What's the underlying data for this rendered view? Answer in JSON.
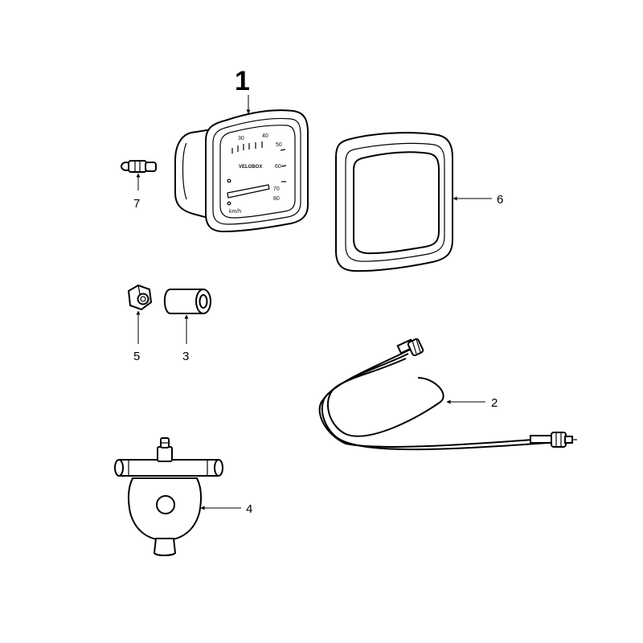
{
  "callouts": {
    "speedometer": "1",
    "cable": "2",
    "spacer": "3",
    "drive_gearbox": "4",
    "nut": "5",
    "bezel": "6",
    "bulb": "7"
  },
  "dial": {
    "brand": "VELOBOX",
    "unit": "km/h",
    "scale": [
      "30",
      "40",
      "50",
      "60",
      "70",
      "80"
    ]
  }
}
